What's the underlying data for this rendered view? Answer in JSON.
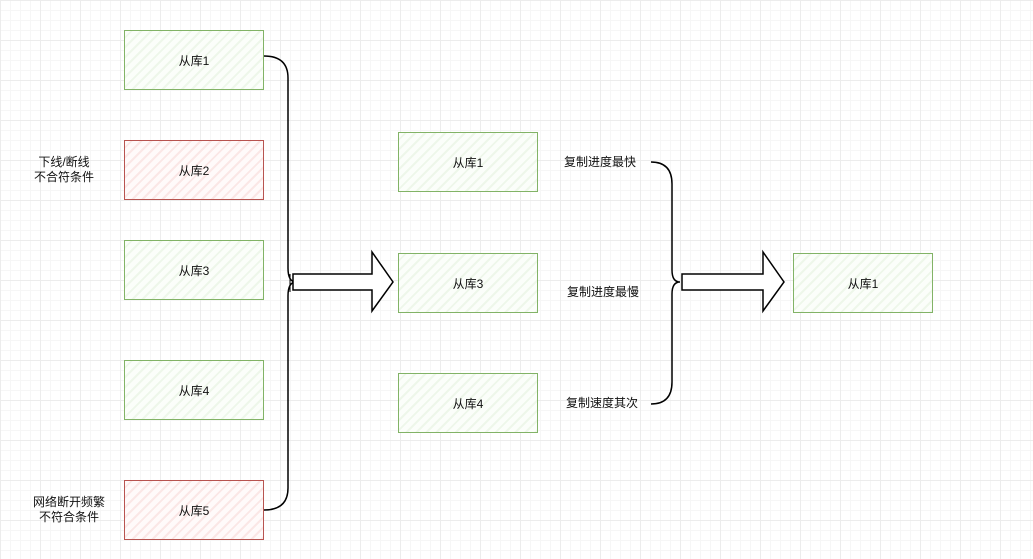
{
  "stage1": {
    "nodes": [
      {
        "label": "从库1",
        "status": "ok"
      },
      {
        "label": "从库2",
        "status": "bad"
      },
      {
        "label": "从库3",
        "status": "ok"
      },
      {
        "label": "从库4",
        "status": "ok"
      },
      {
        "label": "从库5",
        "status": "bad"
      }
    ],
    "notes": {
      "offline": [
        "下线/断线",
        "不合符条件"
      ],
      "unstable": [
        "网络断开频繁",
        "不符合条件"
      ]
    }
  },
  "stage2": {
    "nodes": [
      {
        "label": "从库1",
        "note": "复制进度最快"
      },
      {
        "label": "从库3",
        "note": "复制进度最慢"
      },
      {
        "label": "从库4",
        "note": "复制速度其次"
      }
    ]
  },
  "stage3": {
    "node": {
      "label": "从库1"
    }
  },
  "colors": {
    "ok_border": "#82b366",
    "bad_border": "#b85450"
  }
}
